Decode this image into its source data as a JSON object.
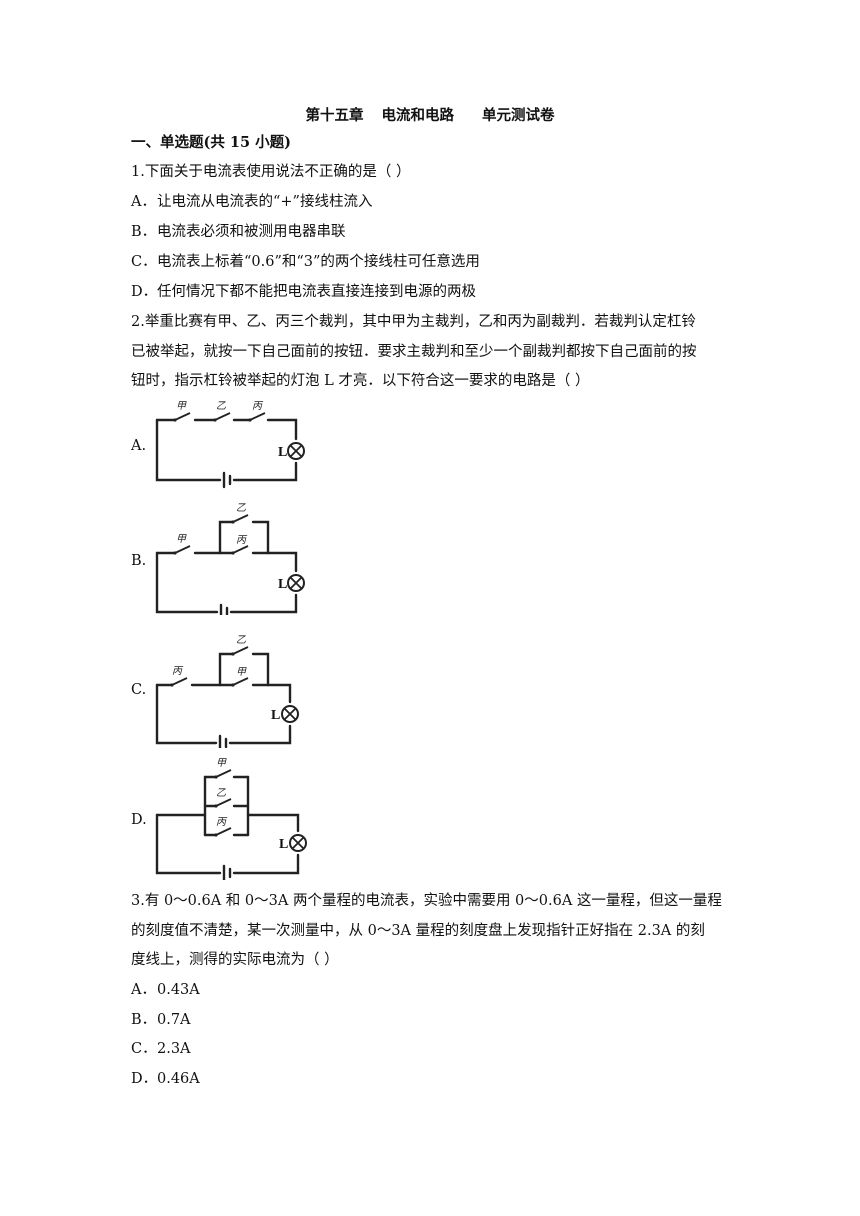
{
  "title": {
    "a": "第十五章",
    "b": "电流和电路",
    "c": "单元测试卷"
  },
  "section": "一、单选题(共 15 小题)",
  "q1": {
    "stem": "1.下面关于电流表使用说法不正确的是（ ）",
    "options": [
      {
        "letter": "A．",
        "text": "让电流从电流表的“+”接线柱流入"
      },
      {
        "letter": "B．",
        "text": "电流表必须和被测用电器串联"
      },
      {
        "letter": "C．",
        "text": "电流表上标着“0.6”和“3”的两个接线柱可任意选用"
      },
      {
        "letter": "D．",
        "text": "任何情况下都不能把电流表直接连接到电源的两极"
      }
    ]
  },
  "q2": {
    "stem_lines": [
      "2.举重比赛有甲、乙、丙三个裁判，其中甲为主裁判，乙和丙为副裁判．若裁判认定杠铃",
      "已被举起，就按一下自己面前的按钮．要求主裁判和至少一个副裁判都按下自己面前的按",
      "钮时，指示杠铃被举起的灯泡 L 才亮．以下符合这一要求的电路是（ ）"
    ],
    "figures": [
      {
        "letter": "A.",
        "switches": [
          "甲",
          "乙",
          "丙"
        ],
        "lamp": "L"
      },
      {
        "letter": "B.",
        "switches": [
          "甲",
          "乙",
          "丙"
        ],
        "lamp": "L"
      },
      {
        "letter": "C.",
        "switches": [
          "丙",
          "乙",
          "甲"
        ],
        "lamp": "L"
      },
      {
        "letter": "D.",
        "switches": [
          "甲",
          "乙",
          "丙"
        ],
        "lamp": "L"
      }
    ]
  },
  "q3": {
    "stem_lines": [
      "3.有 0～0.6A 和 0～3A 两个量程的电流表，实验中需要用 0～0.6A 这一量程，但这一量程",
      "的刻度值不清楚，某一次测量中，从 0～3A 量程的刻度盘上发现指针正好指在 2.3A 的刻",
      "度线上，测得的实际电流为（ ）"
    ],
    "options": [
      {
        "letter": "A．",
        "text": "0.43A"
      },
      {
        "letter": "B．",
        "text": "0.7A"
      },
      {
        "letter": "C．",
        "text": "2.3A"
      },
      {
        "letter": "D．",
        "text": "0.46A"
      }
    ]
  }
}
